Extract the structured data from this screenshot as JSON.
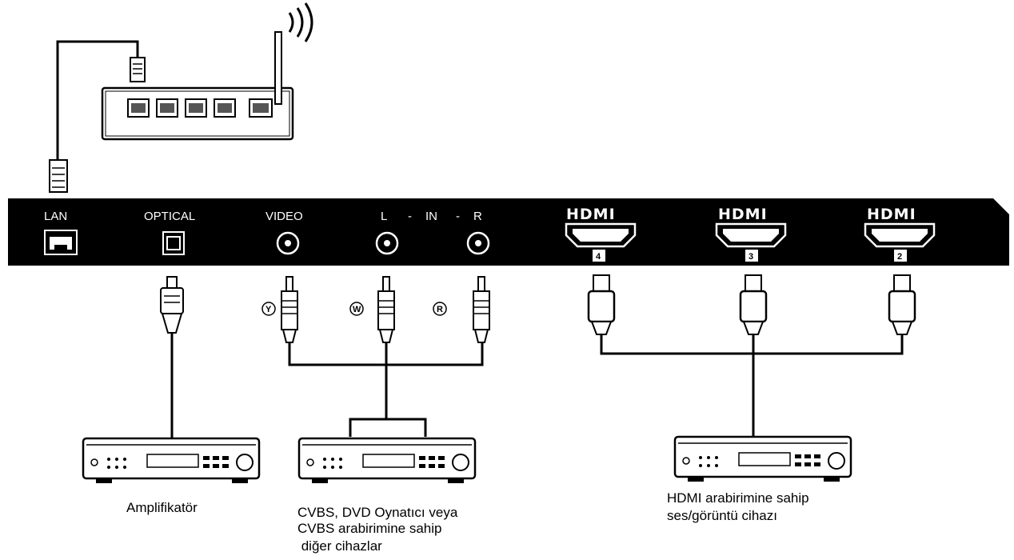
{
  "ports": {
    "lan": "LAN",
    "optical": "OPTICAL",
    "video": "VIDEO",
    "audio_l": "L",
    "audio_dash1": "-",
    "audio_in": "IN",
    "audio_dash2": "-",
    "audio_r": "R"
  },
  "hdmi_ports": [
    {
      "logo": "HDMI",
      "number": "4"
    },
    {
      "logo": "HDMI",
      "number": "3"
    },
    {
      "logo": "HDMI",
      "number": "2"
    }
  ],
  "rca_plugs": {
    "yellow": "Y",
    "white": "W",
    "red": "R"
  },
  "devices": {
    "amplifier": {
      "caption": "Amplifikatör"
    },
    "cvbs": {
      "caption_lines": [
        "CVBS, DVD Oynatıcı veya",
        "CVBS arabirimine sahip",
        " diğer cihazlar"
      ]
    },
    "hdmi_device": {
      "caption_lines": [
        "HDMI arabirimine sahip",
        "ses/görüntü cihazı"
      ]
    }
  },
  "icons": [
    "router-icon",
    "wifi-icon",
    "lan-port-icon",
    "optical-port-icon",
    "rca-jack-icon",
    "hdmi-port-icon",
    "av-device-icon"
  ]
}
